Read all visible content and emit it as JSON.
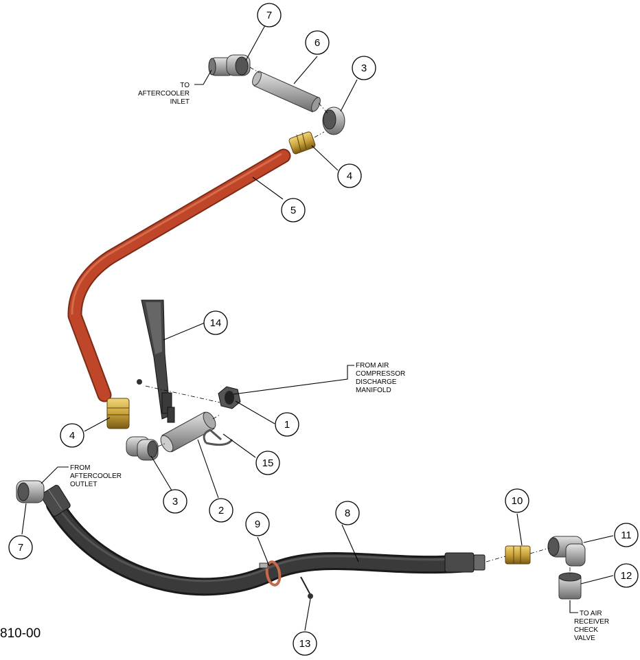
{
  "balloons": [
    "7",
    "6",
    "3",
    "4",
    "5",
    "14",
    "1",
    "15",
    "2",
    "4",
    "3",
    "7",
    "9",
    "8",
    "10",
    "11",
    "12",
    "13"
  ],
  "notes": {
    "aftercooler_inlet": [
      "TO",
      "AFTERCOOLER",
      "INLET"
    ],
    "compressor_discharge": [
      "FROM AIR",
      "COMPRESSOR",
      "DISCHARGE",
      "MANIFOLD"
    ],
    "aftercooler_outlet": [
      "FROM",
      "AFTERCOOLER",
      "OUTLET"
    ],
    "receiver_check_valve": [
      "TO AIR",
      "RECEIVER",
      "CHECK",
      "VALVE"
    ]
  },
  "corner_text": "810-00",
  "colors": {
    "copper_tube": "#c0462a",
    "brass_fitting": "#c9a23a",
    "black_hose": "#3a3a3a",
    "steel": "#b5b5b5"
  }
}
